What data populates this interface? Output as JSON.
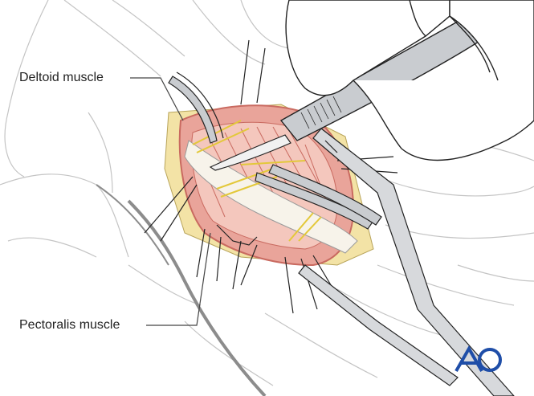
{
  "labels": {
    "deltoid": "Deltoid muscle",
    "pectoralis": "Pectoralis muscle"
  },
  "logo": {
    "text": "AO",
    "color": "#1f4ea8"
  },
  "colors": {
    "outline": "#bdbdbd",
    "ink": "#222222",
    "muscle": "#c96a60",
    "muscle_fill": "#e9a49a",
    "tissue": "#f3e3a6",
    "suture": "#e3c83a",
    "instrument": "#c9ccd0",
    "arm_line": "#8c8c8c"
  }
}
